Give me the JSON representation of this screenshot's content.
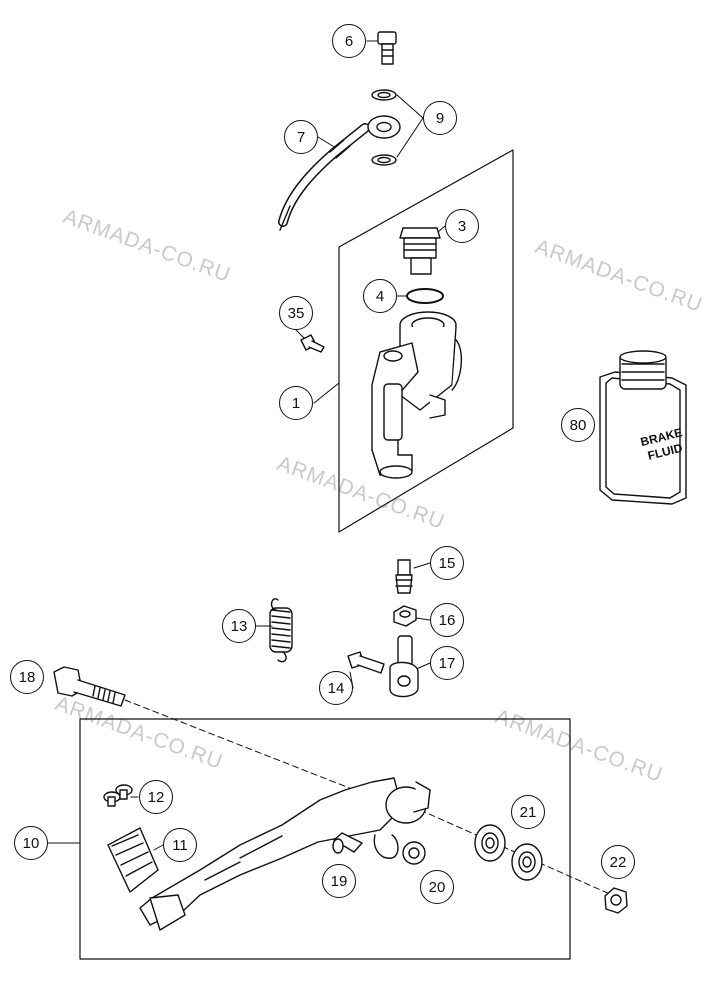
{
  "watermark": "ARMADA-CO.RU",
  "callouts": [
    {
      "id": "c6",
      "label": "6"
    },
    {
      "id": "c9",
      "label": "9"
    },
    {
      "id": "c7",
      "label": "7"
    },
    {
      "id": "c3",
      "label": "3"
    },
    {
      "id": "c4",
      "label": "4"
    },
    {
      "id": "c35",
      "label": "35"
    },
    {
      "id": "c1",
      "label": "1"
    },
    {
      "id": "c80",
      "label": "80"
    },
    {
      "id": "c15",
      "label": "15"
    },
    {
      "id": "c16",
      "label": "16"
    },
    {
      "id": "c13",
      "label": "13"
    },
    {
      "id": "c17",
      "label": "17"
    },
    {
      "id": "c14",
      "label": "14"
    },
    {
      "id": "c18",
      "label": "18"
    },
    {
      "id": "c12",
      "label": "12"
    },
    {
      "id": "c21",
      "label": "21"
    },
    {
      "id": "c10",
      "label": "10"
    },
    {
      "id": "c11",
      "label": "11"
    },
    {
      "id": "c22",
      "label": "22"
    },
    {
      "id": "c19",
      "label": "19"
    },
    {
      "id": "c20",
      "label": "20"
    }
  ],
  "fluid_label": {
    "line1": "BRAKE",
    "line2": "FLUID"
  },
  "colors": {
    "line": "#111111",
    "watermark": "#c9c9c9",
    "background": "#ffffff"
  }
}
